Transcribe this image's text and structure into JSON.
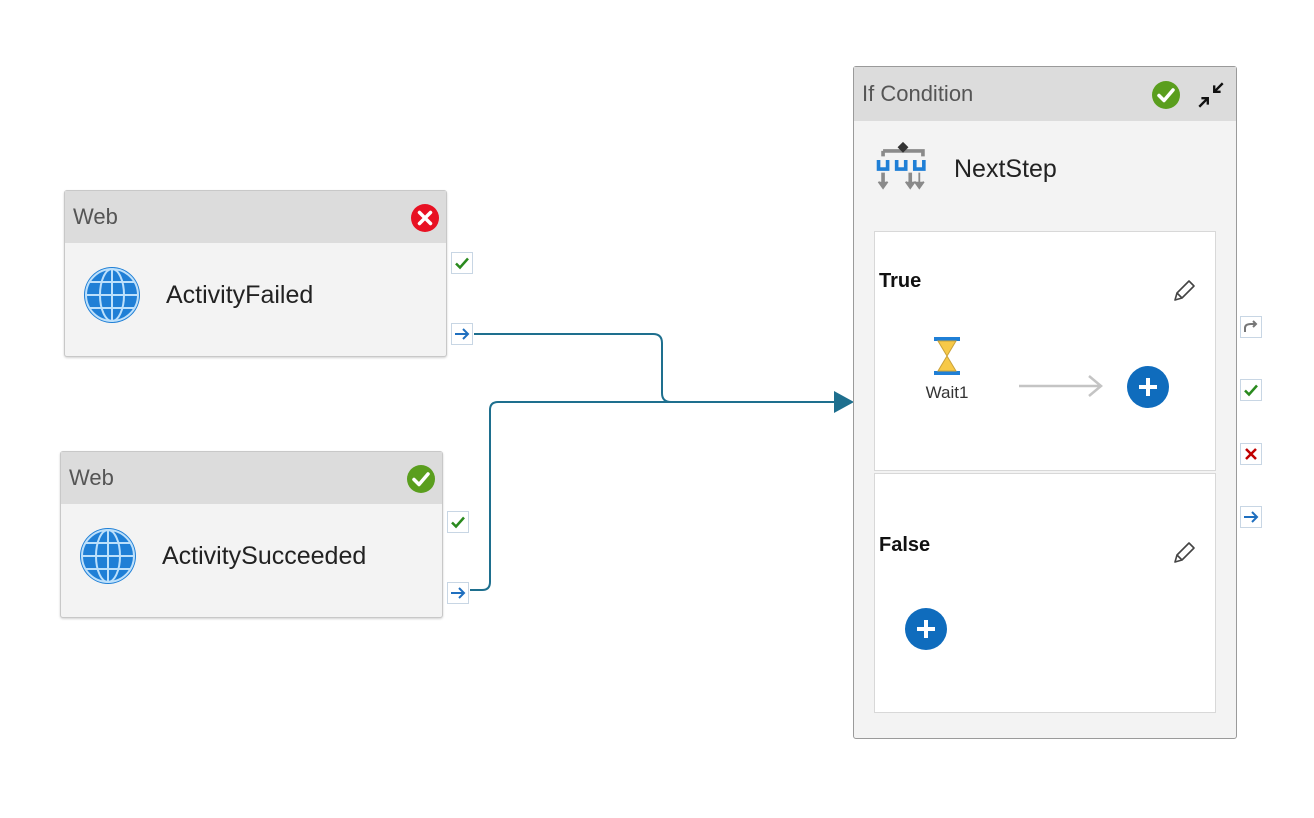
{
  "activities": [
    {
      "type": "Web",
      "name": "ActivityFailed",
      "status": "failed",
      "status_icon": "error-circle-icon"
    },
    {
      "type": "Web",
      "name": "ActivitySucceeded",
      "status": "succeeded",
      "status_icon": "check-circle-icon"
    }
  ],
  "if_condition": {
    "type": "If Condition",
    "name": "NextStep",
    "status": "succeeded",
    "true_branch": {
      "label": "True",
      "activity": {
        "name": "Wait1",
        "icon": "hourglass-icon"
      }
    },
    "false_branch": {
      "label": "False"
    }
  },
  "colors": {
    "connector": "#1e6f8e",
    "success": "#5a9e1e",
    "failure": "#e81123",
    "add_button": "#0f6cbd",
    "header_bg": "#dcdcdc"
  }
}
